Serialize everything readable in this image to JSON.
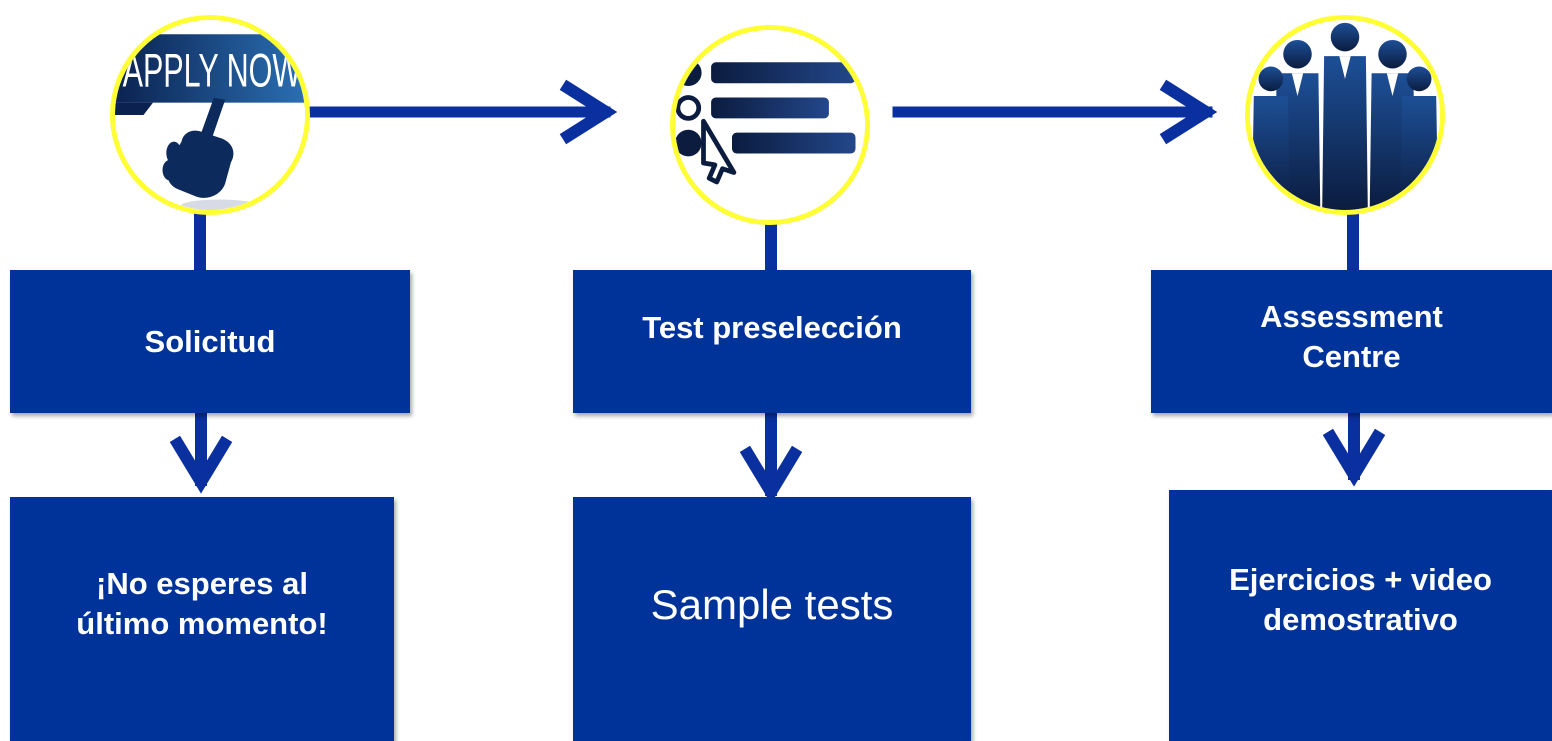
{
  "colors": {
    "box_fill": "#003399",
    "connector": "#0a2f9e",
    "circle_border": "#ffff33",
    "icon_dark": "#0d2a5c",
    "text": "#ffffff"
  },
  "steps": [
    {
      "icon": "apply-now-icon",
      "icon_text": "APPLY NOW",
      "title": "Solicitud",
      "detail": "¡No esperes al\núltimo momento!"
    },
    {
      "icon": "checklist-cursor-icon",
      "title": "Test preselección",
      "detail": "Sample tests"
    },
    {
      "icon": "people-group-icon",
      "title": "Assessment\nCentre",
      "detail": "Ejercicios + video\ndemostrativo"
    }
  ]
}
